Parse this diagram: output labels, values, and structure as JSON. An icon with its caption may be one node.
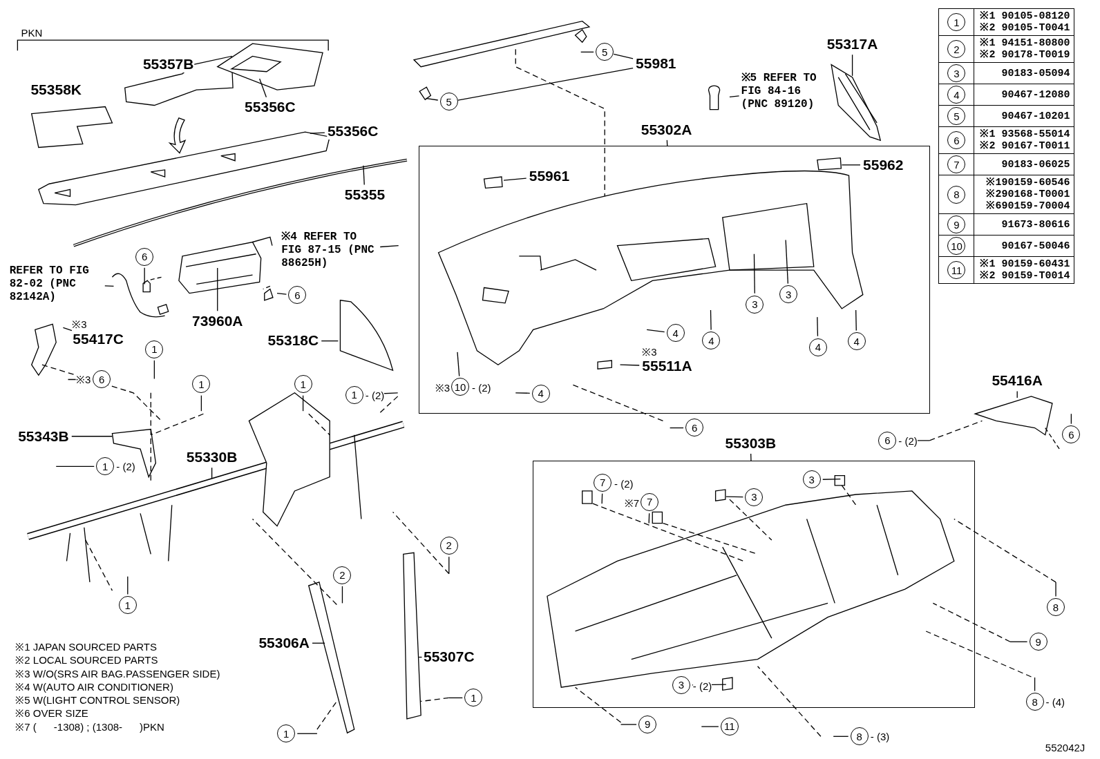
{
  "diagram": {
    "nodes": [
      {
        "text": [
          "55356C"
        ]
      },
      {
        "text": [
          "55356C"
        ]
      },
      {
        "text": [
          "55355"
        ]
      },
      {
        "text": [
          "55981"
        ]
      },
      {
        "text": [
          "5"
        ]
      },
      {
        "text": [
          "5"
        ]
      },
      {
        "text": [
          "55317A"
        ]
      },
      {
        "text": [
          "※5 REFER TO FIG 84-16 (PNC 89120)"
        ]
      },
      {
        "text": [],
        "shape": "box"
      },
      {
        "text": [
          "55961"
        ],
        "in": 8
      },
      {
        "text": [
          "55962"
        ],
        "in": 8
      },
      {
        "text": [
          "3"
        ],
        "in": 8
      },
      {
        "text": [
          "3"
        ],
        "in": 8
      },
      {
        "text": [
          "4"
        ],
        "in": 8
      },
      {
        "text": [
          "4"
        ],
        "in": 8
      },
      {
        "text": [
          "4"
        ],
        "in": 8
      },
      {
        "text": [
          "4"
        ],
        "in": 8
      },
      {
        "text": [
          "55511A"
        ],
        "beside": [
          "※3"
        ],
        "in": 8
      },
      {
        "text": [
          "10"
        ],
        "beside": [
          "※3",
          "- (2)"
        ],
        "in": 8
      },
      {
        "text": [
          "4"
        ],
        "in": 8
      },
      {
        "text": [
          "※4 REFER TO FIG 87-15 (PNC 88625H)"
        ]
      },
      {
        "text": [
          "REFER TO FIG 82-02 (PNC 82142A)"
        ]
      },
      {
        "text": [
          "6"
        ]
      },
      {
        "text": [
          "6"
        ]
      },
      {
        "text": [
          "73960A"
        ]
      },
      {
        "text": [
          "55318C"
        ]
      },
      {
        "text": [
          "55417C"
        ],
        "beside": [
          "※3"
        ]
      },
      {
        "text": [
          "6"
        ],
        "beside": [
          "※3"
        ]
      },
      {
        "text": [
          "1"
        ]
      },
      {
        "text": [
          "1"
        ]
      },
      {
        "text": [
          "1"
        ]
      },
      {
        "text": [
          "1"
        ],
        "beside": [
          "- (2)"
        ]
      },
      {
        "text": [
          "55343B"
        ]
      },
      {
        "text": [
          "55330B"
        ]
      },
      {
        "text": [
          "1"
        ],
        "beside": [
          "- (2)"
        ]
      },
      {
        "text": [
          "1"
        ]
      },
      {
        "text": [
          "2"
        ]
      },
      {
        "text": [
          "2"
        ]
      },
      {
        "text": [
          "55306A"
        ]
      },
      {
        "text": [
          "55307C"
        ]
      },
      {
        "text": [
          "1"
        ]
      },
      {
        "text": [
          "1"
        ]
      },
      {
        "text": [
          "6"
        ]
      },
      {
        "text": [
          "55416A"
        ]
      },
      {
        "text": [
          "6"
        ],
        "beside": [
          "- (2)"
        ]
      },
      {
        "text": [
          "6"
        ]
      },
      {
        "text": [],
        "shape": "box"
      },
      {
        "text": [
          "7"
        ],
        "beside": [
          "- (2)"
        ],
        "in": 46
      },
      {
        "text": [
          "7"
        ],
        "beside": [
          "※7"
        ],
        "in": 46
      },
      {
        "text": [
          "3"
        ],
        "in": 46
      },
      {
        "text": [
          "3"
        ],
        "in": 46
      },
      {
        "text": [
          "3"
        ],
        "beside": [
          "- (2)"
        ],
        "in": 46
      },
      {
        "text": [
          "8"
        ]
      },
      {
        "text": [
          "9"
        ]
      },
      {
        "text": [
          "8"
        ],
        "beside": [
          "- (4)"
        ]
      },
      {
        "text": [
          "9"
        ]
      },
      {
        "text": [
          "11"
        ]
      },
      {
        "text": [
          "8"
        ],
        "beside": [
          "- (3)"
        ]
      },
      {
        "text": [
          "55357B"
        ]
      },
      {
        "text": [
          "55358K"
        ]
      },
      {
        "text": [
          "55302A"
        ]
      },
      {
        "text": [
          "55303B"
        ]
      },
      {
        "text": [
          "1"
        ]
      },
      {
        "text": [
          "2"
        ]
      },
      {
        "text": [
          "3"
        ]
      },
      {
        "text": [
          "4"
        ]
      },
      {
        "text": [
          "5"
        ]
      },
      {
        "text": [
          "6"
        ]
      },
      {
        "text": [
          "7"
        ]
      },
      {
        "text": [
          "8"
        ]
      },
      {
        "text": [
          "9"
        ]
      },
      {
        "text": [
          "10"
        ]
      },
      {
        "text": [
          "11"
        ]
      }
    ],
    "edges": [
      {
        "from": 3,
        "to": 4,
        "arrow": "none"
      },
      {
        "from": 3,
        "to": 5,
        "arrow": "none"
      },
      {
        "from": 0,
        "to": null,
        "arrow": "none"
      },
      {
        "from": 1,
        "to": null,
        "arrow": "none"
      },
      {
        "from": 2,
        "to": null,
        "arrow": "none"
      },
      {
        "from": 4,
        "to": null,
        "arrow": "none"
      },
      {
        "from": 5,
        "to": null,
        "arrow": "none"
      },
      {
        "from": 6,
        "to": null,
        "arrow": "none"
      },
      {
        "from": 7,
        "to": null,
        "arrow": "none"
      },
      {
        "from": 9,
        "to": null,
        "arrow": "none"
      },
      {
        "from": 10,
        "to": null,
        "arrow": "none"
      },
      {
        "from": 11,
        "to": null,
        "arrow": "none"
      },
      {
        "from": 12,
        "to": null,
        "arrow": "none"
      },
      {
        "from": 13,
        "to": null,
        "arrow": "none"
      },
      {
        "from": 14,
        "to": null,
        "arrow": "none"
      },
      {
        "from": 15,
        "to": null,
        "arrow": "none"
      },
      {
        "from": 16,
        "to": null,
        "arrow": "none"
      },
      {
        "from": 17,
        "to": null,
        "arrow": "none"
      },
      {
        "from": 18,
        "to": null,
        "arrow": "none"
      },
      {
        "from": 19,
        "to": null,
        "arrow": "none"
      },
      {
        "from": 20,
        "to": null,
        "arrow": "none"
      },
      {
        "from": 21,
        "to": null,
        "arrow": "none"
      },
      {
        "from": 22,
        "to": null,
        "arrow": "none"
      },
      {
        "from": 23,
        "to": null,
        "arrow": "none"
      },
      {
        "from": 24,
        "to": null,
        "arrow": "none"
      },
      {
        "from": 25,
        "to": null,
        "arrow": "none"
      },
      {
        "from": 26,
        "to": null,
        "arrow": "none"
      },
      {
        "from": 27,
        "to": null,
        "arrow": "none"
      },
      {
        "from": 28,
        "to": null,
        "arrow": "none"
      },
      {
        "from": 29,
        "to": null,
        "arrow": "none"
      },
      {
        "from": 30,
        "to": null,
        "arrow": "none"
      },
      {
        "from": 31,
        "to": null,
        "arrow": "none"
      },
      {
        "from": 32,
        "to": null,
        "arrow": "none"
      },
      {
        "from": 33,
        "to": null,
        "arrow": "none"
      },
      {
        "from": 34,
        "to": null,
        "arrow": "none"
      },
      {
        "from": 35,
        "to": null,
        "arrow": "none"
      },
      {
        "from": 36,
        "to": null,
        "arrow": "none"
      },
      {
        "from": 37,
        "to": null,
        "arrow": "none"
      },
      {
        "from": 38,
        "to": null,
        "arrow": "none"
      },
      {
        "from": 39,
        "to": null,
        "arrow": "none"
      },
      {
        "from": 40,
        "to": null,
        "arrow": "none"
      },
      {
        "from": 41,
        "to": null,
        "arrow": "none"
      },
      {
        "from": 42,
        "to": null,
        "arrow": "none"
      },
      {
        "from": 43,
        "to": null,
        "arrow": "none"
      },
      {
        "from": 44,
        "to": null,
        "arrow": "none"
      },
      {
        "from": 45,
        "to": null,
        "arrow": "none"
      },
      {
        "from": 47,
        "to": null,
        "arrow": "none"
      },
      {
        "from": 48,
        "to": null,
        "arrow": "none"
      },
      {
        "from": 49,
        "to": null,
        "arrow": "none"
      },
      {
        "from": 50,
        "to": null,
        "arrow": "none"
      },
      {
        "from": 51,
        "to": null,
        "arrow": "none"
      },
      {
        "from": 52,
        "to": null,
        "arrow": "none"
      },
      {
        "from": 53,
        "to": null,
        "arrow": "none"
      },
      {
        "from": 54,
        "to": null,
        "arrow": "none"
      },
      {
        "from": 55,
        "to": null,
        "arrow": "none"
      },
      {
        "from": 56,
        "to": null,
        "arrow": "none"
      },
      {
        "from": 57,
        "to": null,
        "arrow": "none"
      },
      {
        "from": 60,
        "to": 8,
        "arrow": "none"
      },
      {
        "from": 61,
        "to": 46,
        "arrow": "none"
      }
    ],
    "labels": [
      "PKN",
      "※1 90105-08120 ※2 90105-T0041",
      "※1 94151-80800 ※2 90178-T0019",
      "90183-05094",
      "90467-12080",
      "90467-10201",
      "※1 93568-55014 ※2 90167-T0011",
      "90183-06025",
      "※190159-60546 ※290168-T0001 ※690159-70004",
      "91673-80616",
      "90167-50046",
      "※1 90159-60431 ※2 90159-T0014",
      "※1 JAPAN SOURCED PARTS",
      "※2 LOCAL SOURCED PARTS",
      "※3 W/O(SRS AIR BAG.PASSENGER SIDE)",
      "※4 W(AUTO AIR CONDITIONER)",
      "※5 W(LIGHT CONTROL SENSOR)",
      "※6 OVER SIZE",
      "※7 (      -1308) ; (1308-      )PKN",
      "552042J"
    ]
  }
}
